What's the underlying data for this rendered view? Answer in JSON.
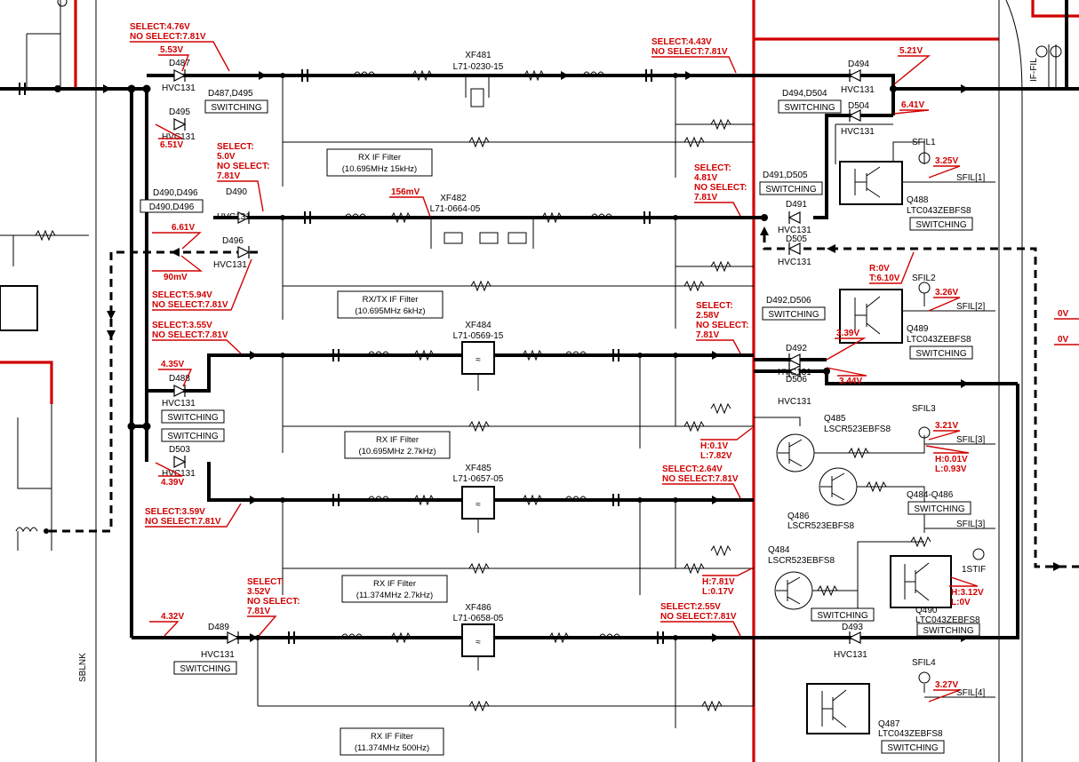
{
  "filters": [
    {
      "line1": "RX IF Filter",
      "line2": "(10.695MHz 15kHz)"
    },
    {
      "line1": "RX/TX IF Filter",
      "line2": "(10.695MHz 6kHz)"
    },
    {
      "line1": "RX IF Filter",
      "line2": "(10.695MHz 2.7kHz)"
    },
    {
      "line1": "RX IF Filter",
      "line2": "(11.374MHz 2.7kHz)"
    },
    {
      "line1": "RX IF Filter",
      "line2": "(11.374MHz 500Hz)"
    }
  ],
  "switch_groups": [
    "D487,D495",
    "D490,D496",
    "D494,D504",
    "D491,D505",
    "D492,D506",
    "Q484-Q486"
  ],
  "switching_label": "SWITCHING",
  "xtal_filters": [
    {
      "ref": "XF481",
      "part": "L71-0230-15"
    },
    {
      "ref": "XF482",
      "part": "L71-0664-05"
    },
    {
      "ref": "XF484",
      "part": "L71-0569-15"
    },
    {
      "ref": "XF485",
      "part": "L71-0657-05"
    },
    {
      "ref": "XF486",
      "part": "L71-0658-05"
    }
  ],
  "diodes": {
    "D487": "D487",
    "D495": "D495",
    "D490": "D490",
    "D496": "D496",
    "D488": "D488",
    "D503": "D503",
    "D489": "D489",
    "D494": "D494",
    "D504": "D504",
    "D491": "D491",
    "D505": "D505",
    "D492": "D492",
    "D506": "D506",
    "D493": "D493",
    "type": "HVC131"
  },
  "transistors": {
    "Q485": {
      "ref": "Q485",
      "part": "LSCR523EBFS8"
    },
    "Q486": {
      "ref": "Q486",
      "part": "LSCR523EBFS8"
    },
    "Q484": {
      "ref": "Q484",
      "part": "LSCR523EBFS8"
    },
    "Q488": {
      "ref": "Q488",
      "part": "LTC043ZEBFS8"
    },
    "Q489": {
      "ref": "Q489",
      "part": "LTC043ZEBFS8"
    },
    "Q490": {
      "ref": "Q490",
      "part": "LTC043ZEBFS8"
    },
    "Q487": {
      "ref": "Q487",
      "part": "LTC043ZEBFS8"
    }
  },
  "test_points": [
    "SFIL1",
    "SFIL2",
    "SFIL3",
    "SFIL4",
    "1STIF"
  ],
  "net_labels": [
    "SFIL[1]",
    "SFIL[2]",
    "SFIL[3]",
    "SFIL[4]",
    "SFIL[3]",
    "IF-FIL",
    "SBLNK"
  ],
  "voltages": {
    "v1": "SELECT:4.76V",
    "v1b": "NO SELECT:7.81V",
    "v2": "5.53V",
    "v3": "6.51V",
    "v4a": "SELECT:",
    "v4b": "5.0V",
    "v4c": "NO SELECT:",
    "v4d": "7.81V",
    "v5": "6.61V",
    "v6": "90mV",
    "v7a": "SELECT:5.94V",
    "v7b": "NO SELECT:7.81V",
    "v8a": "SELECT:3.55V",
    "v8b": "NO SELECT:7.81V",
    "v9": "4.35V",
    "v10": "4.39V",
    "v11a": "SELECT:3.59V",
    "v11b": "NO SELECT:7.81V",
    "v12": "4.32V",
    "v13a": "SELECT:",
    "v13b": "3.52V",
    "v13c": "NO SELECT:",
    "v13d": "7.81V",
    "v14": "156mV",
    "v15a": "SELECT:4.43V",
    "v15b": "NO SELECT:7.81V",
    "v16": "5.21V",
    "v17": "6.41V",
    "v18a": "SELECT:",
    "v18b": "4.81V",
    "v18c": "NO SELECT:",
    "v18d": "7.81V",
    "v19": "3.25V",
    "v20a": "R:0V",
    "v20b": "T:6.10V",
    "v21": "3.26V",
    "v22a": "SELECT:",
    "v22b": "2.58V",
    "v22c": "NO SELECT:",
    "v22d": "7.81V",
    "v23": "3.39V",
    "v24": "3.44V",
    "v25a": "H:0.1V",
    "v25b": "L:7.82V",
    "v26": "3.21V",
    "v27a": "H:0.01V",
    "v27b": "L:0.93V",
    "v28a": "SELECT:2.64V",
    "v28b": "NO SELECT:7.81V",
    "v29a": "H:7.81V",
    "v29b": "L:0.17V",
    "v30a": "H:3.12V",
    "v30b": "L:0V",
    "v31a": "SELECT:2.55V",
    "v31b": "NO SELECT:7.81V",
    "v32": "3.27V",
    "v33": "0V",
    "v34": "0V"
  },
  "colors": {
    "trace_red": "#d10000",
    "wire": "#000000"
  }
}
